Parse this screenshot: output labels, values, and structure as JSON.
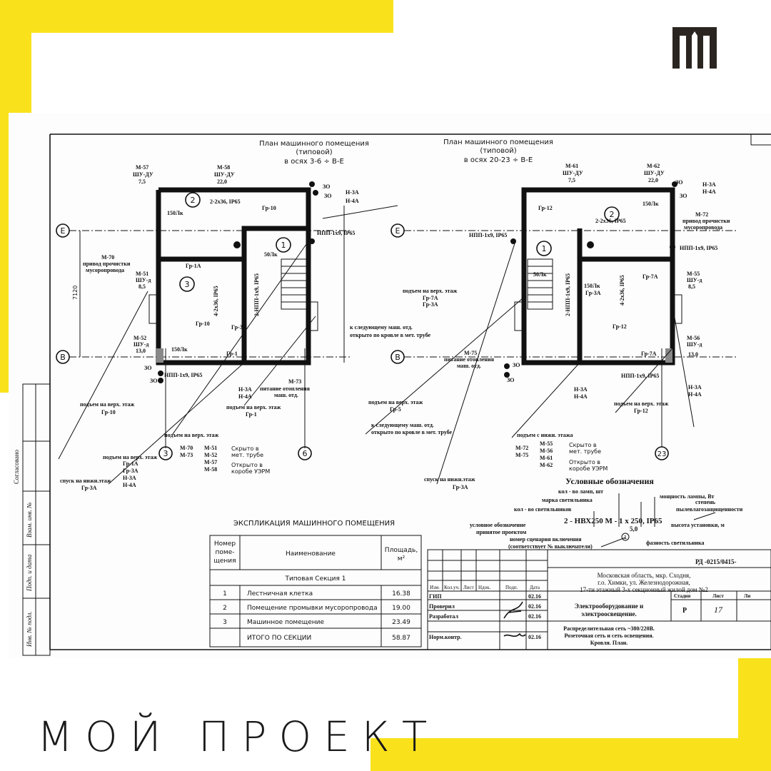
{
  "brand": {
    "tagline": "МОЙ ПРОЕКТ",
    "accent": "#f9e21c",
    "logo_icon": "m-monogram-icon"
  },
  "plans": [
    {
      "title1": "План машинного помещения",
      "title2": "(типовой)",
      "title3": "в осях 3-6 ÷ В-Е"
    },
    {
      "title1": "План машинного помещения",
      "title2": "(типовой)",
      "title3": "в осях 20-23 ÷ В-Е"
    }
  ],
  "axes": {
    "E": "Е",
    "B": "В",
    "ax3": "3",
    "ax6": "6",
    "ax23": "23",
    "dim": "7120"
  },
  "left_labels": {
    "m57": "М-57",
    "m57a": "ШУ-ДУ",
    "m57b": "7,5",
    "m58": "М-58",
    "m58a": "ШУ-ДУ",
    "m58b": "22,0",
    "lamp1": "2-2х36, IP65",
    "lux1": "150Лк",
    "gr10a": "Гр-10",
    "h3a": "Н-3А",
    "h4a": "Н-4А",
    "zo1": "ЗО",
    "zo2": "ЗО",
    "npp1": "НПП-1х9, IP65",
    "lux2": "50Лк",
    "m70": "М-70",
    "m70a": "привод прочистки",
    "m70b": "мусоропровода",
    "m51": "М-51",
    "m51a": "ШУ-д",
    "m51b": "8,5",
    "gr1a": "Гр-1А",
    "lamp2": "4-2х36, IP65",
    "lamp3": "2-НПП-1х9, IP65",
    "gr10b": "Гр-10",
    "gr3a": "Гр-3А",
    "gr1": "Гр-1",
    "m52": "М-52",
    "m52a": "ШУ-д",
    "m52b": "13,0",
    "lux3": "150Лк",
    "npp2": "НПП-1х9, IP65",
    "zo3": "ЗО",
    "zo4": "ЗО",
    "h3a2": "Н-3А",
    "h4a2": "Н-4А",
    "m73": "М-73",
    "m73a": "питание отопления",
    "m73b": "маш. отд.",
    "next": "к следующему маш. отд.",
    "next2": "открыто по кровле в мет. трубе",
    "up1": "подъем на верх. этаж",
    "up1v": "Гр-10",
    "up2": "подъем на верх. этаж",
    "up2v": "Гр-1",
    "up3": "подъем на верх. этаж",
    "up4": "подъем на верх. этаж",
    "up4a": "Гр-1А",
    "up4b": "Гр-3А",
    "up4c": "Н-3А",
    "up4d": "Н-4А",
    "down1": "спуск на нижн.этаж",
    "down1v": "Гр-3А",
    "leg1": "М-70",
    "leg2": "М-73",
    "leg3": "М-51",
    "leg4": "М-52",
    "leg5": "М-57",
    "leg6": "М-58",
    "hid1": "Скрыто в",
    "hid2": "мет. трубе",
    "open1": "Открыто в",
    "open2": "коробе УЭРМ"
  },
  "right_labels": {
    "m61": "М-61",
    "m61a": "ШУ-ДУ",
    "m61b": "7,5",
    "m62": "М-62",
    "m62a": "ШУ-ДУ",
    "m62b": "22,0",
    "gr12a": "Гр-12",
    "lamp1": "2-2х36, IP65",
    "lux1": "150Лк",
    "zo1": "ЗО",
    "zo2": "ЗО",
    "h3a": "Н-3А",
    "h4a": "Н-4А",
    "m72": "М-72",
    "m72a": "привод прочистки",
    "m72b": "мусоропровода",
    "npp1": "НПП-1х9, IP65",
    "npp2": "НПП-1х9, IP65",
    "lux2": "50Лк",
    "gr7a": "Гр-7А",
    "lamp2": "2-НПП-1х9, IP65",
    "lamp3": "4-2х36, IP65",
    "lux3": "150Лк",
    "gr3a": "Гр-3А",
    "gr12b": "Гр-12",
    "gr7b": "Гр-7А",
    "m55": "М-55",
    "m55a": "ШУ-д",
    "m55b": "8,5",
    "m56": "М-56",
    "m56a": "ШУ-д",
    "m56b": "13,0",
    "m75": "М-75",
    "m75a": "питание отопления",
    "m75b": "маш. отд.",
    "zo3": "ЗО",
    "zo4": "ЗО",
    "npp3": "НПП-1х9, IP65",
    "h3a2": "Н-3А",
    "h4a2": "Н-4А",
    "h3a3": "Н-3А",
    "h4a3": "Н-4А",
    "upL": "подъем на верх. этаж",
    "upLa": "Гр-7А",
    "upLb": "Гр-3А",
    "gr5lbl": "подъем на верх. этаж",
    "gr5": "Гр-5",
    "next": "к следующему маш. отд.",
    "next2": "открыто по кровле в мет. трубе",
    "upR": "подъем на верх. этаж",
    "upRv": "Гр-12",
    "upN": "подъем с нижн. этажа",
    "leg1": "М-72",
    "leg2": "М-75",
    "leg3": "М-55",
    "leg4": "М-56",
    "leg5": "М-61",
    "leg6": "М-62",
    "hid1": "Скрыто в",
    "hid2": "мет. трубе",
    "open1": "Открыто в",
    "open2": "коробе УЭРМ",
    "down1": "спуск на нижн.этаж",
    "down1v": "Гр-3А"
  },
  "legend": {
    "title": "Условные обозначения",
    "lamps": "кол - во ламп, шт",
    "mark": "марка светильника",
    "count": "кол - во светильников",
    "power": "мощность лампы, Вт",
    "degree": "степень",
    "degree2": "пылевлагозащищенности",
    "formula": "2 - НВХ250 М - 1 х 250, IP65",
    "height": "5,0",
    "height_lbl": "высота установки, м",
    "cond": "условное обозначение",
    "cond2": "принятое проектом",
    "scenario": "номер сценария включения",
    "scenario2": "(соответствует № выключатели)",
    "phase": "фазность светильника",
    "phase_num": "1"
  },
  "explication": {
    "title": "ЭКСПЛИКАЦИЯ  МАШИННОГО ПОМЕЩЕНИЯ",
    "h_num1": "Номер",
    "h_num2": "поме-",
    "h_num3": "щения",
    "h_name": "Наименование",
    "h_area": "Площадь,",
    "h_area_unit": "м²",
    "section": "Типовая Секция 1",
    "rows": [
      {
        "num": "1",
        "name": "Лестничная клетка",
        "area": "16.38"
      },
      {
        "num": "2",
        "name": "Помещение промывки мусоропровода",
        "area": "19.00"
      },
      {
        "num": "3",
        "name": "Машинное помещение",
        "area": "23.49"
      }
    ],
    "total_name": "ИТОГО ПО СЕКЦИИ",
    "total_area": "58.87"
  },
  "stamp": {
    "code": "РД -0215/0415-",
    "addr1": "Московская область, мкр. Сходня,",
    "addr2": "г.о. Химки, ул. Железнодорожная,",
    "addr3": "17-ти этажный 3-х секционный жилой дом №2",
    "h_izm": "Изм.",
    "h_kol": "Кол.уч.",
    "h_list": "Лист",
    "h_ndok": "Ндок.",
    "h_podp": "Подп.",
    "h_date": "Дата",
    "gip": "ГИП",
    "check": "Проверил",
    "dev": "Разработал",
    "norm": "Норм.контр.",
    "date": "02.16",
    "title1": "Электрооборудование и",
    "title2": "электроосвещение.",
    "h_stage": "Стадия",
    "h_sheet": "Лист",
    "h_sheets": "Ли",
    "stage": "Р",
    "sheet": "17",
    "sub1": "Распределительная сеть ~380/220В.",
    "sub2": "Розеточная сеть и сеть освещения.",
    "sub3": "Кровля. План."
  },
  "sidebar": {
    "s1": "Согласовано",
    "s2": "Взам. инв. №",
    "s3": "Подп. и дата",
    "s4": "Инв. № подл."
  },
  "rooms": {
    "r1": "1",
    "r2": "2",
    "r3": "3"
  }
}
